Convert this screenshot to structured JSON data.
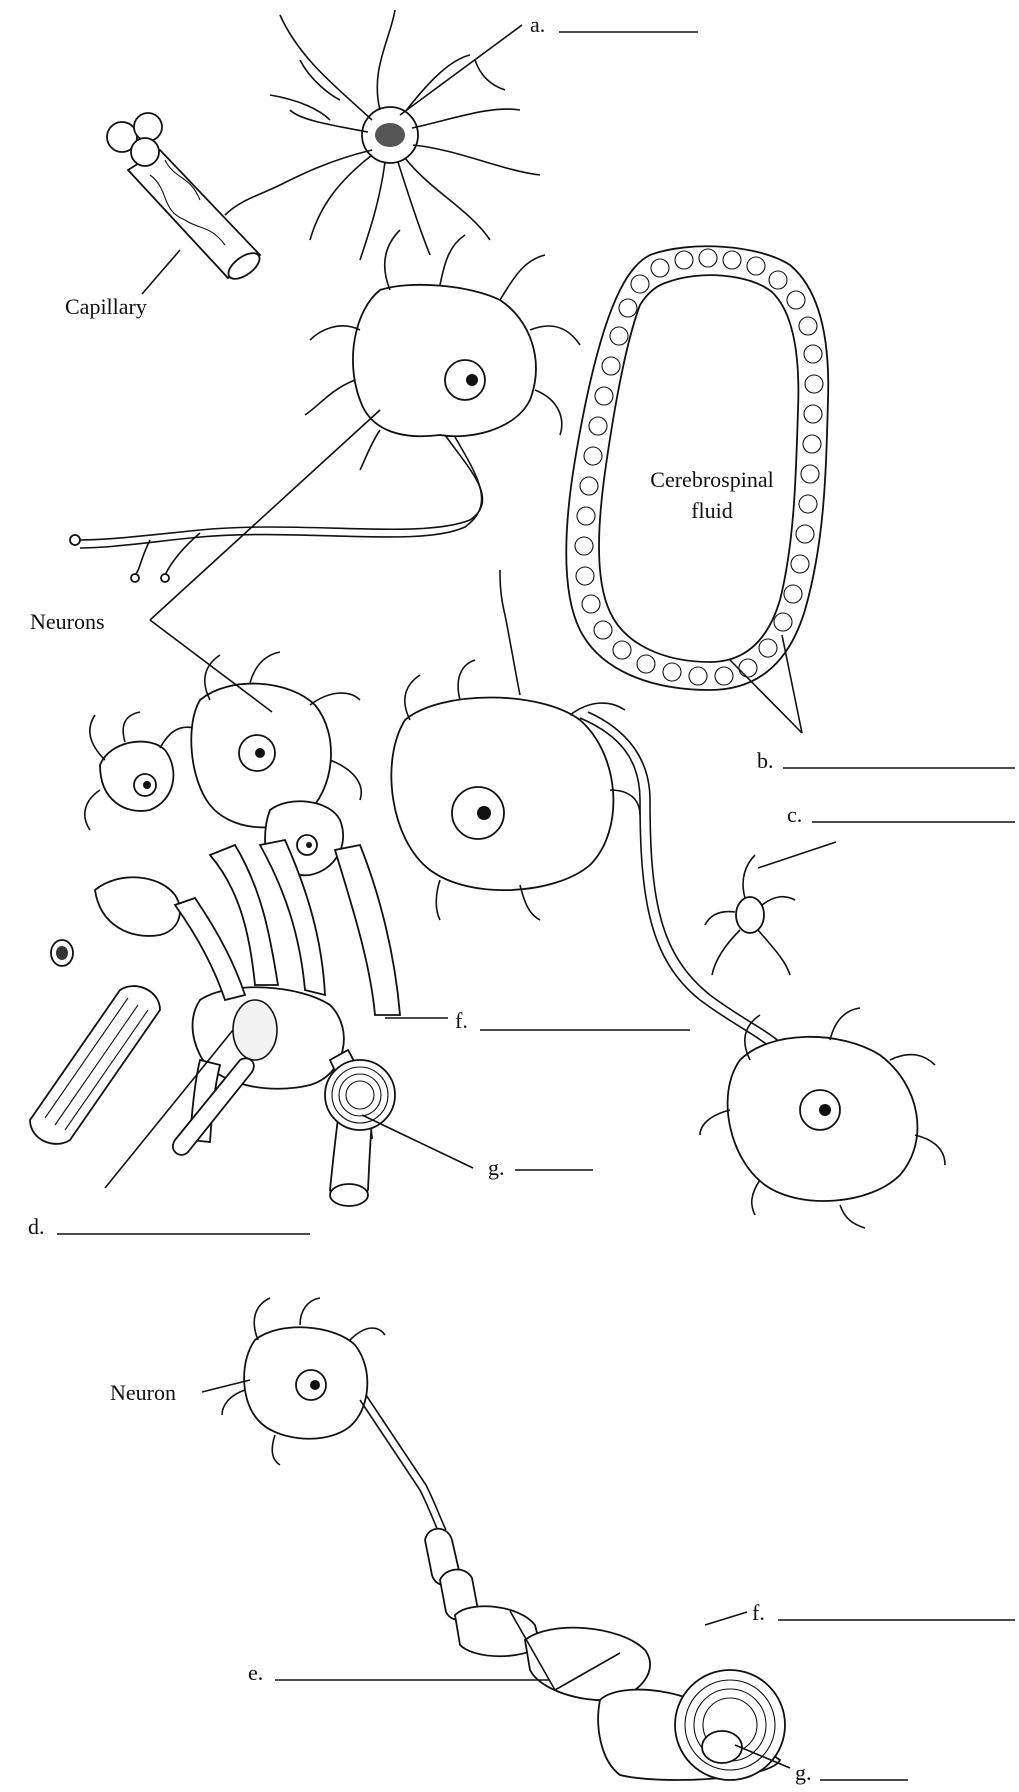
{
  "diagram": {
    "labels": {
      "a": "a.",
      "b": "b.",
      "c": "c.",
      "d": "d.",
      "e": "e.",
      "f_top": "f.",
      "g_top": "g.",
      "f_bottom": "f.",
      "g_bottom": "g.",
      "capillary": "Capillary",
      "neurons": "Neurons",
      "neuron": "Neuron",
      "csf_line1": "Cerebrospinal",
      "csf_line2": "fluid"
    }
  }
}
